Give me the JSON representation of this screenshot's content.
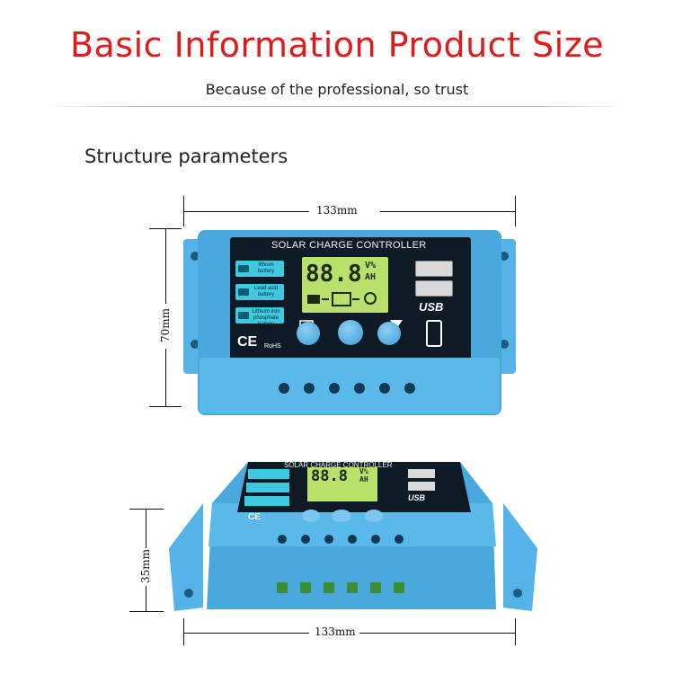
{
  "header": {
    "title": "Basic Information Product Size",
    "subtitle": "Because of the professional, so trust"
  },
  "section": {
    "heading": "Structure parameters"
  },
  "dimensions": {
    "width_top": "133mm",
    "height_front": "70mm",
    "height_side": "35mm",
    "width_bottom": "133mm"
  },
  "device": {
    "panel_title": "SOLAR CHARGE CONTROLLER",
    "battery_types": [
      "lithium battery",
      "Lead acid battery",
      "Lithium iron phosphate battery"
    ],
    "lcd_value": "88.8",
    "lcd_units_top": "V%",
    "lcd_units_bottom": "AH",
    "usb_label": "USB",
    "ce_mark": "CE",
    "rohs_mark": "RoHS",
    "side_lcd_units_bottom": "AH"
  },
  "colors": {
    "title": "#e01b1b",
    "device_blue": "#4aa8dd",
    "panel_dark": "#0e1a26",
    "lcd_green": "#b8e06a",
    "battery_cyan": "#3fc9e0",
    "terminal_green": "#3c8f3a"
  }
}
